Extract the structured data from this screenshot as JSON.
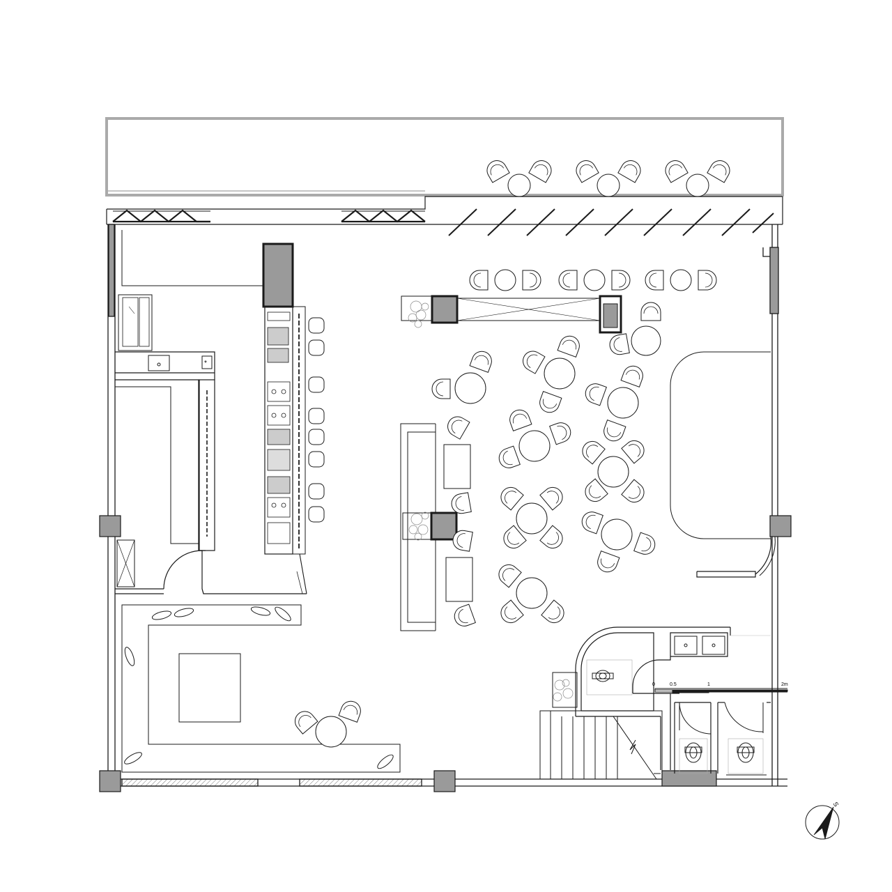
{
  "drawing": {
    "scale_bar": {
      "labels": [
        "0",
        "0.5",
        "1",
        "2m"
      ]
    },
    "north_arrow": {
      "label": "S"
    },
    "colors": {
      "line": "#1a1a1a",
      "column_fill": "#9a9a9a",
      "terrace_outline": "#aaaaaa",
      "plant": "#888888"
    }
  }
}
